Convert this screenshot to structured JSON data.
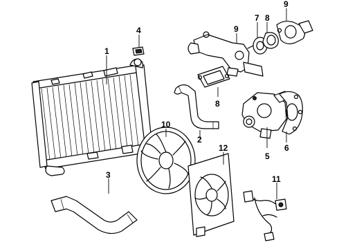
{
  "callouts": {
    "radiator": "1",
    "upper_hose": "2",
    "lower_hose": "3",
    "cap": "4",
    "water_pump": "5",
    "pump_gasket": "6",
    "thermostat": "7",
    "gasket_upper": "8",
    "gasket_lower": "8",
    "outlet_housing": "9",
    "water_outlet": "9",
    "fan_blade": "10",
    "fan_harness": "11",
    "fan_shroud": "12"
  }
}
